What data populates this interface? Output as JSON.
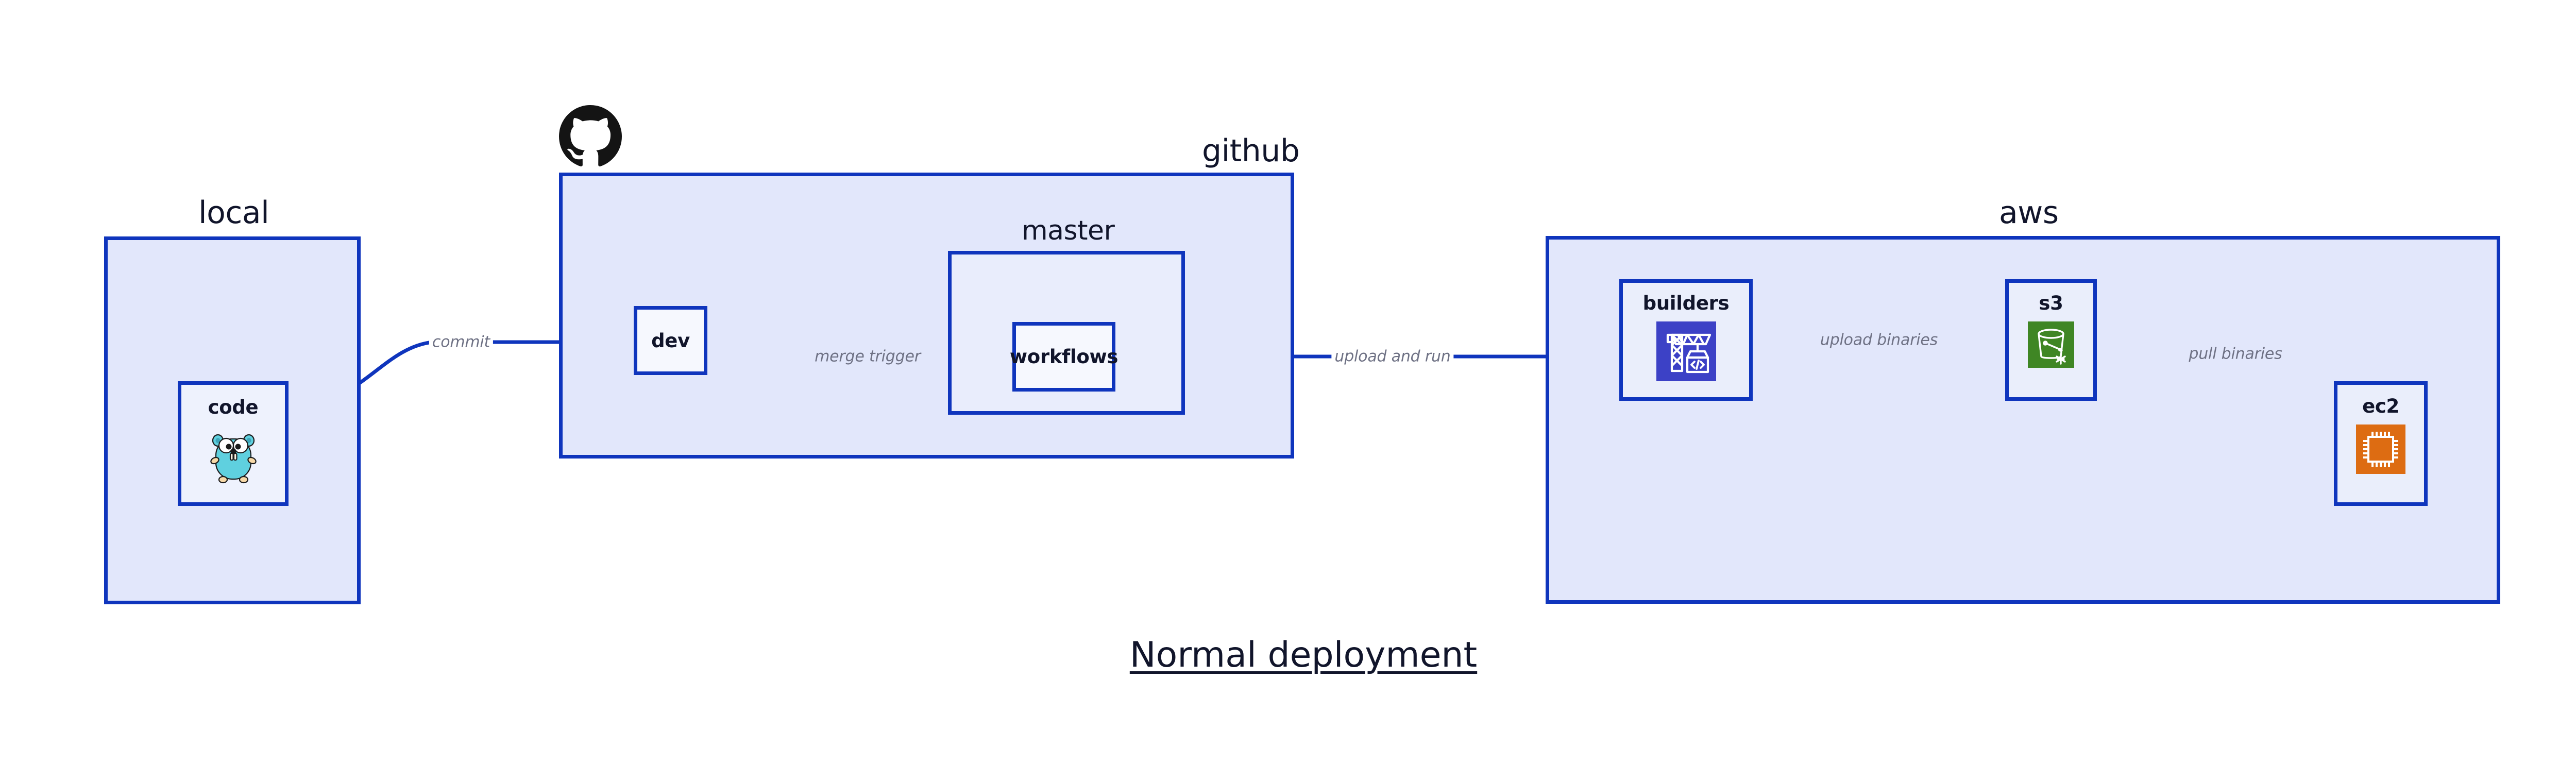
{
  "diagram": {
    "title": "Normal deployment",
    "colors": {
      "zone_fill": "#e2e7fb",
      "zone_border": "#0f35bd",
      "node_fill": "#eaeefb",
      "node_fill_plain": "#f6f8fe",
      "edge_stroke": "#0f35bd",
      "edge_label_text": "#6e7184",
      "title_text": "#11152b",
      "codebuild_icon": "#3c41c6",
      "s3_icon": "#3f8624",
      "ec2_icon": "#dd6c12",
      "gopher_body": "#5fd0df",
      "github_logo": "#141414"
    },
    "zones": [
      {
        "id": "local",
        "label": "local"
      },
      {
        "id": "github",
        "label": "github"
      },
      {
        "id": "master",
        "label": "master"
      },
      {
        "id": "aws",
        "label": "aws"
      }
    ],
    "nodes": [
      {
        "id": "code",
        "label": "code",
        "icon": "go-gopher-icon"
      },
      {
        "id": "dev",
        "label": "dev",
        "icon": "none"
      },
      {
        "id": "workflows",
        "label": "workflows",
        "icon": "none"
      },
      {
        "id": "builders",
        "label": "builders",
        "icon": "aws-codebuild-icon"
      },
      {
        "id": "s3",
        "label": "s3",
        "icon": "aws-s3-bucket-icon"
      },
      {
        "id": "ec2",
        "label": "ec2",
        "icon": "aws-ec2-chip-icon"
      }
    ],
    "edges": [
      {
        "id": "commit",
        "label": "commit",
        "from": "code",
        "to": "dev"
      },
      {
        "id": "merge-trigger",
        "label": "merge trigger",
        "from": "dev",
        "to": "workflows"
      },
      {
        "id": "upload-and-run",
        "label": "upload and run",
        "from": "workflows",
        "to": "builders"
      },
      {
        "id": "upload-binaries",
        "label": "upload binaries",
        "from": "builders",
        "to": "s3"
      },
      {
        "id": "pull-binaries",
        "label": "pull binaries",
        "from": "s3",
        "to": "ec2"
      }
    ],
    "logos": [
      {
        "id": "github-octocat",
        "name": "github-octocat-icon"
      }
    ]
  }
}
